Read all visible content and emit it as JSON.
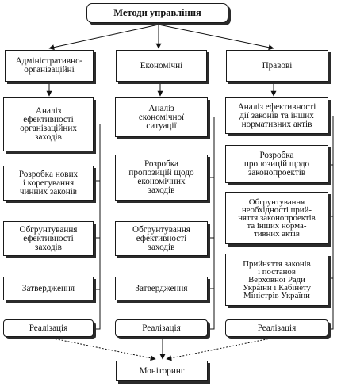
{
  "title": "Методи управління",
  "columns": [
    {
      "header": "Адміністративно-\nорганізаційні",
      "steps": [
        "Аналіз\nефективності\nорганізаційних\nзаходів",
        "Розробка нових\nі корегування\nчинних законів",
        "Обгрунтування\nефективності\nзаходів",
        "Затвердження",
        "Реалізація"
      ]
    },
    {
      "header": "Економічні",
      "steps": [
        "Аналіз\nекономічної\nситуації",
        "Розробка\nпропозицій щодо\nекономічних\nзаходів",
        "Обгрунтування\nефективності\nзаходів",
        "Затвердження",
        "Реалізація"
      ]
    },
    {
      "header": "Правові",
      "steps": [
        "Аналіз ефективності\nдії законів та інших\nнормативних актів",
        "Розробка\nпропозицій щодо\nзаконопроектів",
        "Обгрунтування\nнеобхідності прий-\nняття законопроектів\nта інших норма-\nтивних актів",
        "Прийняття законів\nі постанов\nВерховної Ради\nУкраїни і Кабінету\nМіністрів України",
        "Реалізація"
      ]
    }
  ],
  "monitoring": "Моніторинг"
}
